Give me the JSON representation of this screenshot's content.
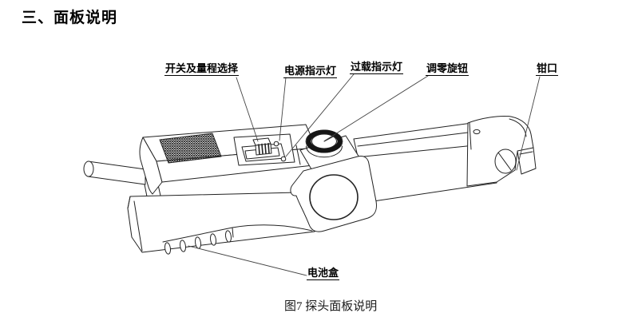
{
  "page": {
    "heading": "三、面板说明",
    "figure_caption": "图7 探头面板说明",
    "background": "#ffffff",
    "ink": "#1a1a1a"
  },
  "callouts": [
    {
      "id": "switch-range",
      "label": "开关及量程选择"
    },
    {
      "id": "power-indicator",
      "label": "电源指示灯"
    },
    {
      "id": "overload-indicator",
      "label": "过载指示灯"
    },
    {
      "id": "zero-adjust-knob",
      "label": "调零旋钮"
    },
    {
      "id": "clamp-jaw",
      "label": "钳口"
    },
    {
      "id": "battery-box",
      "label": "电池盒"
    }
  ]
}
